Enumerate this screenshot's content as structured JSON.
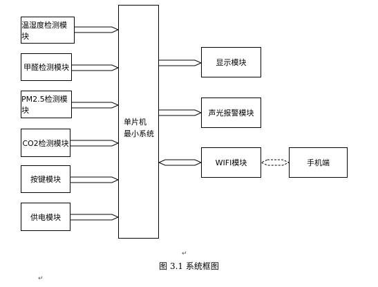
{
  "inputs": [
    {
      "label": "温湿度检测模块"
    },
    {
      "label": "甲醛检测模块"
    },
    {
      "label": "PM2.5检测模块"
    },
    {
      "label": "CO2检测模块"
    },
    {
      "label": "按键模块"
    },
    {
      "label": "供电模块"
    }
  ],
  "mcu": {
    "line1": "单片机",
    "line2": "最小系统"
  },
  "outputs": {
    "display": "显示模块",
    "alarm": "声光报警模块",
    "wifi": "WIFI模块",
    "phone": "手机端"
  },
  "caption": "图 3.1  系统框图",
  "marks": {
    "return_mark": "↵"
  }
}
